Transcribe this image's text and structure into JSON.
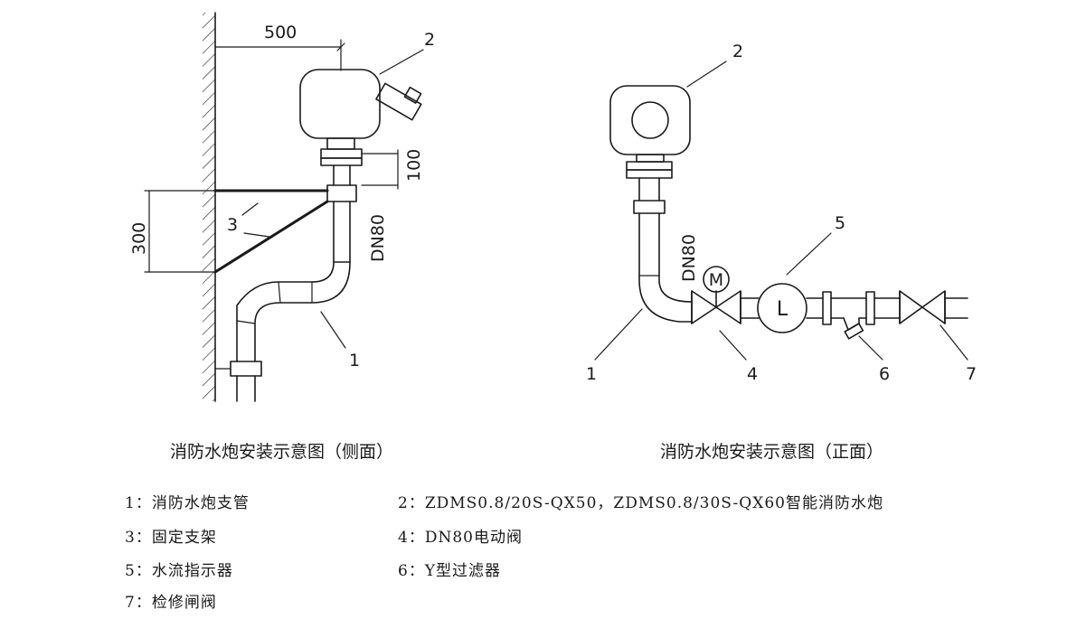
{
  "side_view": {
    "caption": "消防水炮安装示意图（侧面）",
    "dim_horizontal": "500",
    "dim_flange": "100",
    "dim_vertical": "300",
    "pipe_label": "DN80",
    "callouts": [
      "1",
      "2",
      "3"
    ]
  },
  "front_view": {
    "caption": "消防水炮安装示意图（正面）",
    "pipe_label": "DN80",
    "motor_symbol": "M",
    "flow_symbol": "L",
    "callouts": [
      "1",
      "2",
      "4",
      "5",
      "6",
      "7"
    ]
  },
  "legend": [
    {
      "num": "1",
      "text": "1：消防水炮支管"
    },
    {
      "num": "2",
      "text": "2：ZDMS0.8/20S-QX50，ZDMS0.8/30S-QX60智能消防水炮"
    },
    {
      "num": "3",
      "text": "3：固定支架"
    },
    {
      "num": "4",
      "text": "4：DN80电动阀"
    },
    {
      "num": "5",
      "text": "5：水流指示器"
    },
    {
      "num": "6",
      "text": "6：Y型过滤器"
    },
    {
      "num": "7",
      "text": "7：检修闸阀"
    }
  ]
}
